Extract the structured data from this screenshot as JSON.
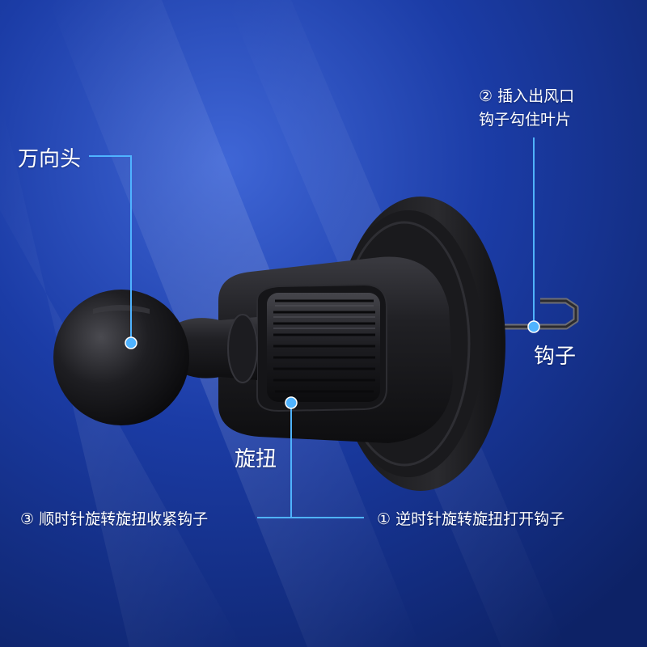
{
  "colors": {
    "background_dark": "#0d2266",
    "background_mid": "#1b3ca6",
    "background_light": "#3f66d6",
    "product": "#1a1a1c",
    "callout_line": "#4fb3ff",
    "text": "#ffffff"
  },
  "labels": {
    "universal_head": "万向头",
    "knob": "旋扭",
    "hook": "钩子",
    "insert_line1": "② 插入出风口",
    "insert_line2": "钩子勾住叶片",
    "step3": "③ 顺时针旋转旋扭收紧钩子",
    "step1": "① 逆时针旋转旋扭打开钩子"
  }
}
